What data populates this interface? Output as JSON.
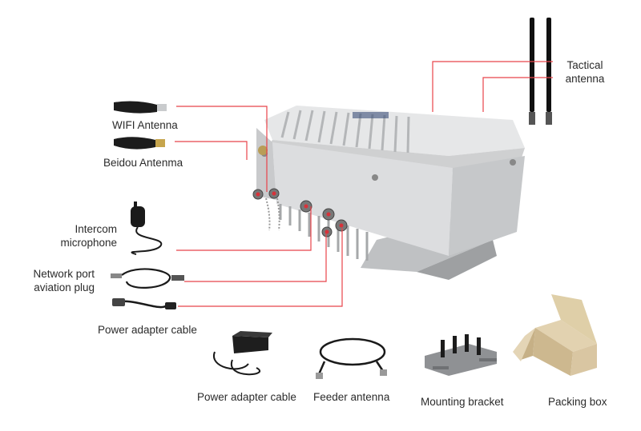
{
  "labels": {
    "tactical_antenna_line1": "Tactical",
    "tactical_antenna_line2": "antenna",
    "wifi_antenna": "WIFI Antenna",
    "beidou_antenna": "Beidou Antenma",
    "intercom_line1": "Intercom",
    "intercom_line2": "microphone",
    "network_line1": "Network port",
    "network_line2": "aviation plug",
    "power_adapter_cable_left": "Power adapter cable",
    "power_adapter_cable_bottom": "Power adapter cable",
    "feeder_antenna": "Feeder antenna",
    "mounting_bracket": "Mounting bracket",
    "packing_box": "Packing box"
  },
  "colors": {
    "leader_line": "#e8434a",
    "text": "#2b2b2b",
    "enclosure": "#d9dadb",
    "enclosure_dark": "#a9abad",
    "cable": "#1a1a1a",
    "wood": "#d9c6a2"
  }
}
